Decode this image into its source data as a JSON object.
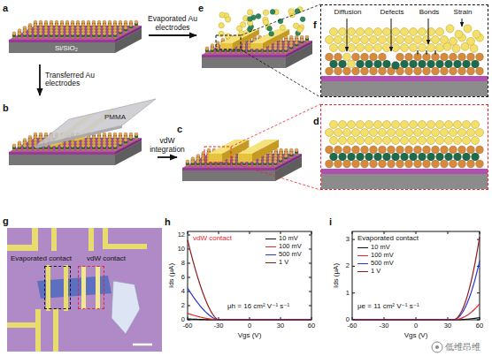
{
  "diagram": {
    "nodes": [
      {
        "text": [
          "a",
          "Si/SiO₂"
        ]
      },
      {
        "text": [
          "e"
        ]
      },
      {
        "text": [
          "f",
          "Diffusion",
          "Defects",
          "Bonds",
          "Strain"
        ]
      },
      {
        "text": [
          "b",
          "PMMA"
        ]
      },
      {
        "text": [
          "c"
        ]
      },
      {
        "text": [
          "d"
        ]
      },
      {
        "text": [
          "g"
        ]
      },
      {
        "text": [
          "Evaporated contact"
        ],
        "in": 6
      },
      {
        "text": [
          "vdW contact"
        ],
        "in": 6
      }
    ],
    "edges": [
      {
        "from": 0,
        "to": 1,
        "label": "Evaporated Au electrodes",
        "arrow": "to"
      },
      {
        "from": 0,
        "to": 3,
        "label": "Transferred Au electrodes",
        "arrow": "to"
      },
      {
        "from": 3,
        "to": 4,
        "label": "vdW integration",
        "arrow": "to"
      }
    ],
    "labels": [
      "h",
      "Ids (μA)",
      "0",
      "2",
      "4",
      "6",
      "8",
      "10",
      "12",
      "-60",
      "-30",
      "0",
      "30",
      "60",
      "Vgs (V)",
      "vdW contact",
      "μh = 16 cm² V⁻¹ s⁻¹",
      "i",
      "Ids (μA)",
      "0",
      "1",
      "2",
      "3",
      "-60",
      "-30",
      "0",
      "30",
      "60",
      "Vgs (V)",
      "Evaporated contact",
      "μe = 11 cm² V⁻¹ s⁻¹",
      "低维昂维"
    ],
    "legend": [
      {
        "text": "10 mV"
      },
      {
        "text": "100 mV"
      },
      {
        "text": "500 mV"
      },
      {
        "text": "1 V"
      },
      {
        "text": "10 mV"
      },
      {
        "text": "100 mV"
      },
      {
        "text": "500 mV"
      },
      {
        "text": "1 V"
      }
    ]
  }
}
